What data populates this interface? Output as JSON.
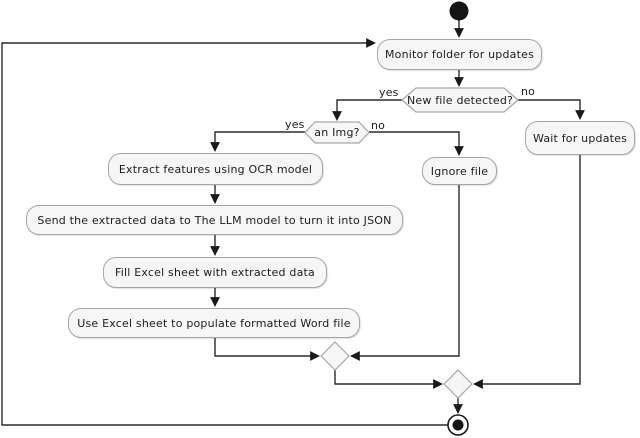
{
  "diagram": {
    "type": "uml-activity-flowchart",
    "colors": {
      "background": "#ffffff",
      "line": "#2b2b2b",
      "node_fill": "#f6f6f6",
      "node_border": "#a6a6a6",
      "text": "#1c1c1c"
    },
    "nodes": {
      "start": {
        "type": "initial-node"
      },
      "monitor": {
        "label": "Monitor folder for updates"
      },
      "new_file": {
        "label": "New file detected?"
      },
      "an_img": {
        "label": "an Img?"
      },
      "extract": {
        "label": "Extract features using OCR model"
      },
      "send": {
        "label": "Send the extracted data to The LLM model to turn it into JSON"
      },
      "fill_excel": {
        "label": "Fill Excel sheet with extracted data"
      },
      "use_excel": {
        "label": "Use Excel sheet to populate formatted Word file"
      },
      "ignore": {
        "label": "Ignore file"
      },
      "wait": {
        "label": "Wait for updates"
      },
      "end": {
        "type": "final-node"
      }
    },
    "edge_labels": {
      "new_file_yes": "yes",
      "new_file_no": "no",
      "an_img_yes": "yes",
      "an_img_no": "no"
    }
  }
}
